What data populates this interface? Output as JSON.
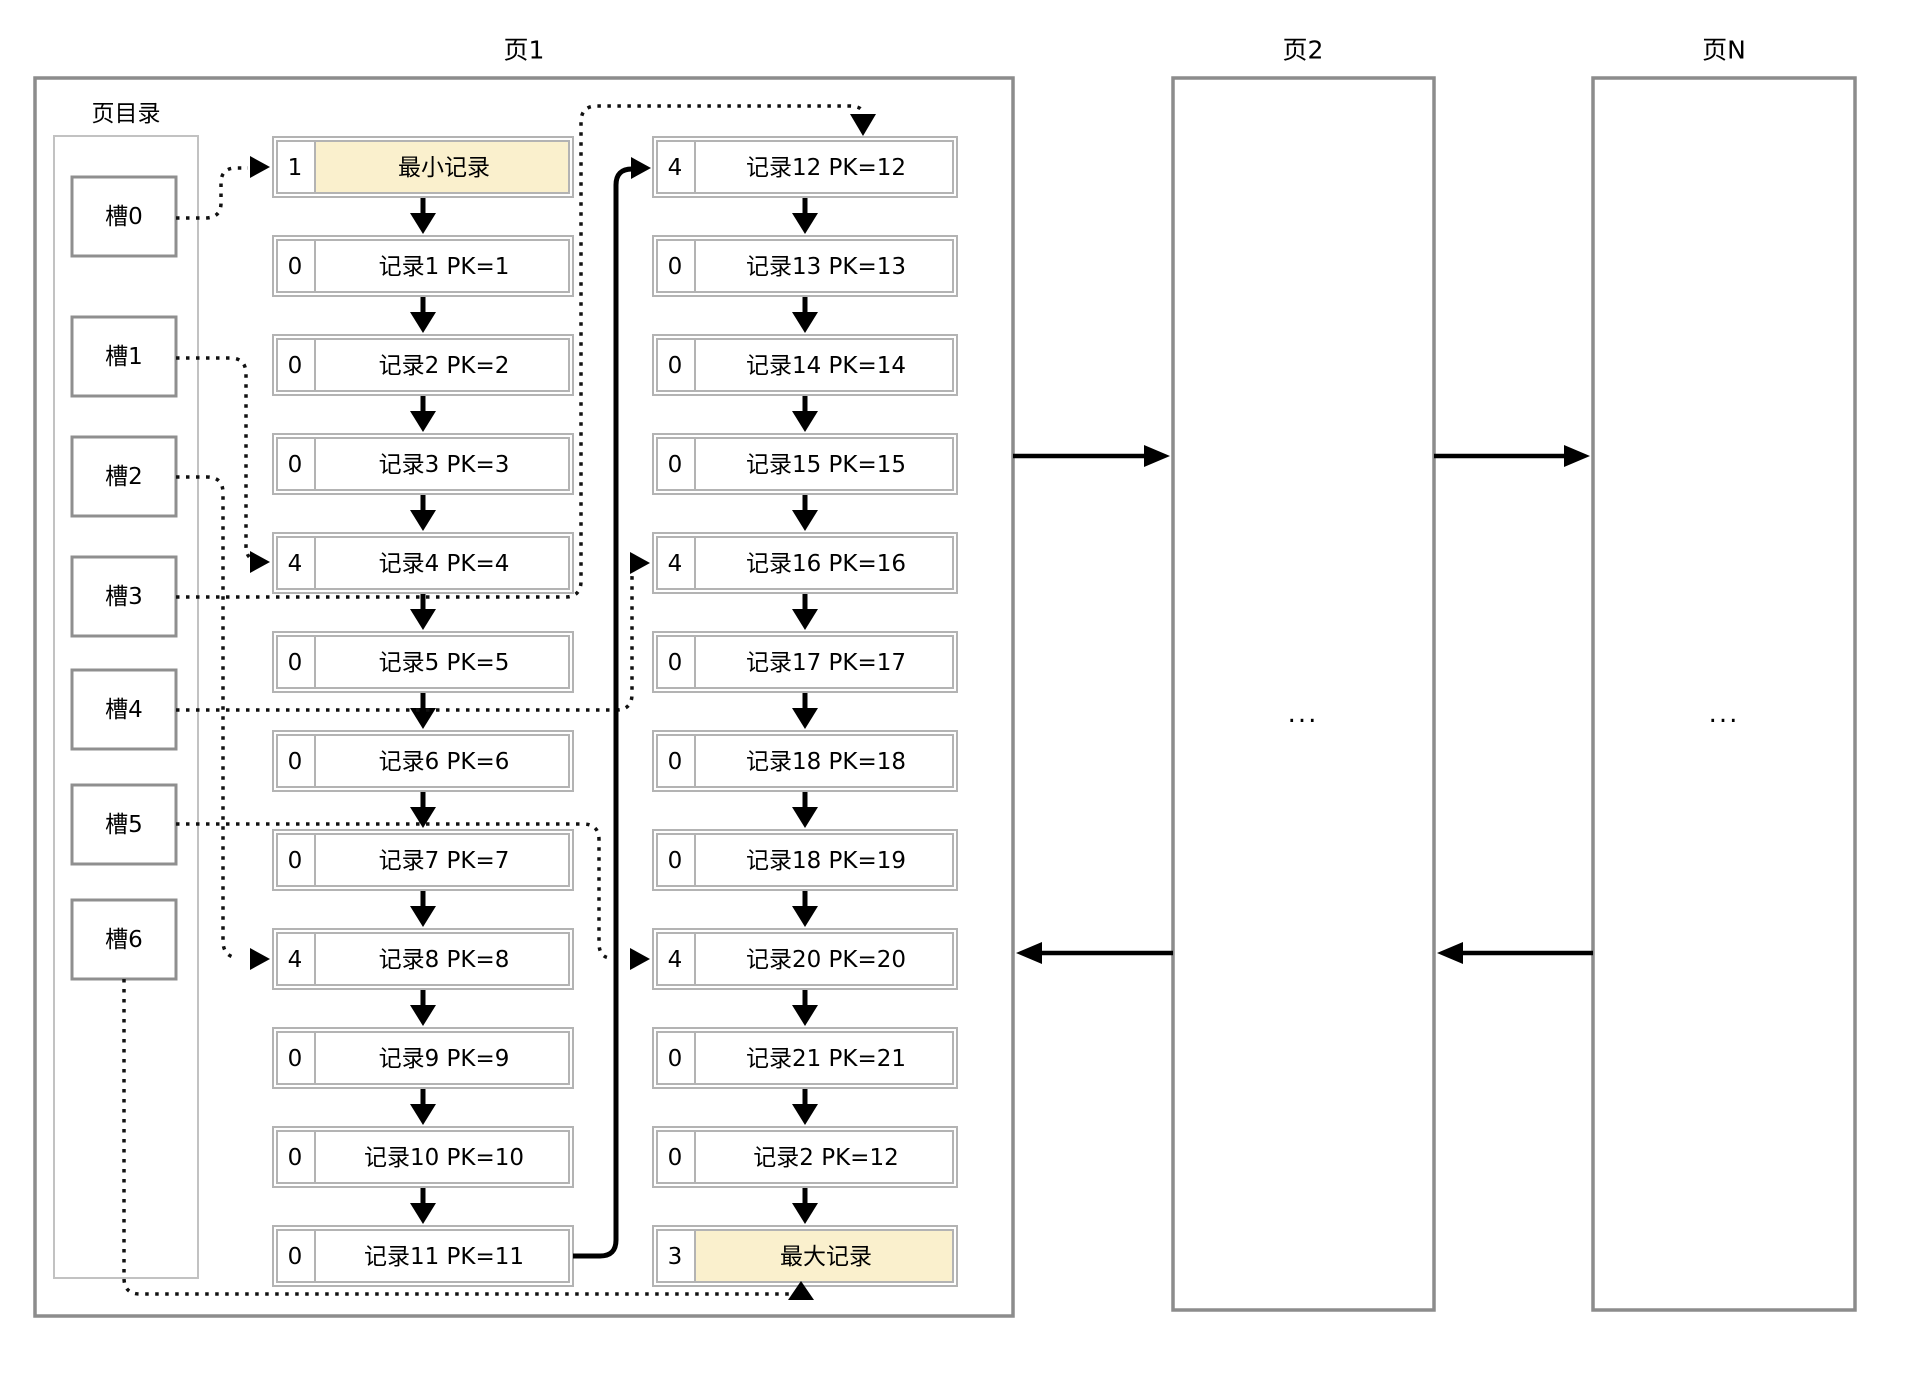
{
  "diagram": {
    "pages": [
      {
        "label": "页1"
      },
      {
        "label": "页2",
        "placeholder": "..."
      },
      {
        "label": "页N",
        "placeholder": "..."
      }
    ],
    "page_directory": {
      "title": "页目录",
      "slots": [
        {
          "label": "槽0",
          "target": "最小记录"
        },
        {
          "label": "槽1",
          "target": "记录4 PK=4"
        },
        {
          "label": "槽2",
          "target": "记录8 PK=8"
        },
        {
          "label": "槽3",
          "target": "记录12 PK=12"
        },
        {
          "label": "槽4",
          "target": "记录16 PK=16"
        },
        {
          "label": "槽5",
          "target": "记录20 PK=20"
        },
        {
          "label": "槽6",
          "target": "最大记录"
        }
      ]
    },
    "record_columns": {
      "left": [
        {
          "n_owned": "1",
          "label": "最小记录",
          "highlight": true
        },
        {
          "n_owned": "0",
          "label": "记录1 PK=1"
        },
        {
          "n_owned": "0",
          "label": "记录2 PK=2"
        },
        {
          "n_owned": "0",
          "label": "记录3 PK=3"
        },
        {
          "n_owned": "4",
          "label": "记录4 PK=4"
        },
        {
          "n_owned": "0",
          "label": "记录5 PK=5"
        },
        {
          "n_owned": "0",
          "label": "记录6 PK=6"
        },
        {
          "n_owned": "0",
          "label": "记录7 PK=7"
        },
        {
          "n_owned": "4",
          "label": "记录8 PK=8"
        },
        {
          "n_owned": "0",
          "label": "记录9 PK=9"
        },
        {
          "n_owned": "0",
          "label": "记录10 PK=10"
        },
        {
          "n_owned": "0",
          "label": "记录11 PK=11"
        }
      ],
      "right": [
        {
          "n_owned": "4",
          "label": "记录12 PK=12"
        },
        {
          "n_owned": "0",
          "label": "记录13 PK=13"
        },
        {
          "n_owned": "0",
          "label": "记录14 PK=14"
        },
        {
          "n_owned": "0",
          "label": "记录15 PK=15"
        },
        {
          "n_owned": "4",
          "label": "记录16 PK=16"
        },
        {
          "n_owned": "0",
          "label": "记录17 PK=17"
        },
        {
          "n_owned": "0",
          "label": "记录18 PK=18"
        },
        {
          "n_owned": "0",
          "label": "记录18 PK=19"
        },
        {
          "n_owned": "4",
          "label": "记录20 PK=20"
        },
        {
          "n_owned": "0",
          "label": "记录21 PK=21"
        },
        {
          "n_owned": "0",
          "label": "记录2 PK=12"
        },
        {
          "n_owned": "3",
          "label": "最大记录",
          "highlight": true
        }
      ]
    },
    "colors": {
      "highlight_fill": "#FAF0CD",
      "record_border": "#B3B3B3",
      "page_border": "#8C8C8C",
      "slot_border": "#8F8F8F",
      "directory_border": "#C2C2C2",
      "arrow": "#000000",
      "text": "#000000"
    }
  }
}
